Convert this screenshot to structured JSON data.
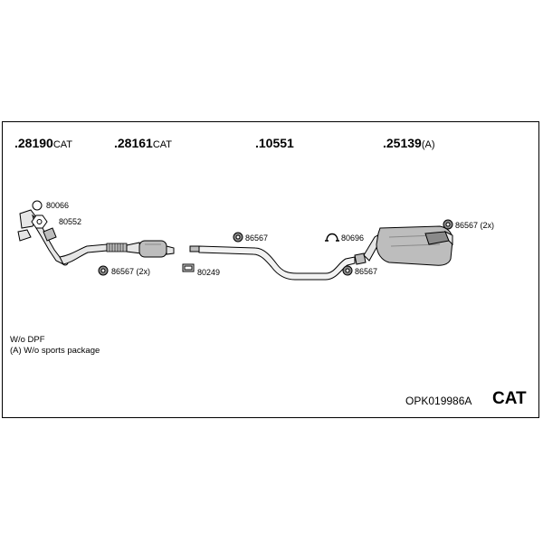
{
  "header_parts": [
    {
      "number": ".28190",
      "suffix": "CAT"
    },
    {
      "number": ".28161",
      "suffix": "CAT"
    },
    {
      "number": ".10551",
      "suffix": ""
    },
    {
      "number": ".25139",
      "suffix": "(A)"
    }
  ],
  "callouts": {
    "c80066": "80066",
    "c80552": "80552",
    "c86567_2x_left": "86567 (2x)",
    "c80249": "80249",
    "c86567_mid": "86567",
    "c80696": "80696",
    "c86567_right": "86567",
    "c86567_2x_right": "86567 (2x)"
  },
  "notes": {
    "line1": "W/o DPF",
    "line2": "(A) W/o sports package"
  },
  "footer": {
    "code": "OPK019986A",
    "label": "CAT"
  },
  "colors": {
    "line": "#000000",
    "fill_light": "#e6e6e6",
    "fill_mid": "#bdbdbd",
    "fill_dark": "#8a8a8a"
  }
}
